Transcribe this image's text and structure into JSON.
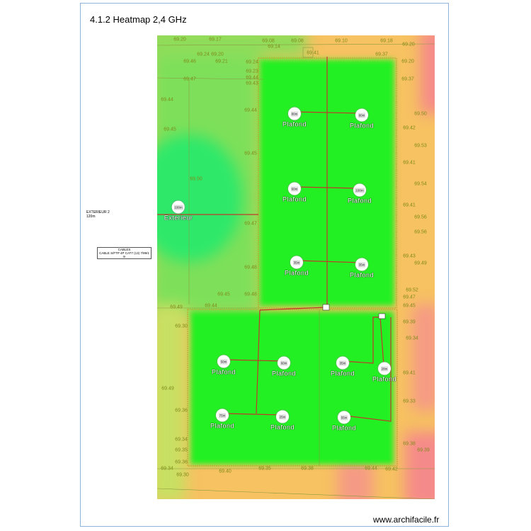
{
  "title": "4.1.2 Heatmap 2,4 GHz",
  "footer": "www.archifacile.fr",
  "exterior_note": {
    "name": "EXTERIEUR 2",
    "distance": "120m"
  },
  "cables_legend": {
    "title": "CABLES",
    "entry": "CABLE S/FTP 4P CAT7 (13) 7/99/1 m"
  },
  "heatmap_colors": {
    "strong": "#00ff00",
    "good": "#7ee05a",
    "medium": "#f7c261",
    "weak": "#f58a8a"
  },
  "access_points": [
    {
      "label": "Plafond",
      "cable": "80m"
    },
    {
      "label": "Plafond",
      "cable": "80m"
    },
    {
      "label": "Plafond",
      "cable": "60m"
    },
    {
      "label": "Plafond",
      "cable": "100m"
    },
    {
      "label": "Plafond",
      "cable": "35m"
    },
    {
      "label": "Plafond",
      "cable": "35m"
    },
    {
      "label": "Plafond",
      "cable": "50m"
    },
    {
      "label": "Plafond",
      "cable": "60m"
    },
    {
      "label": "Plafond",
      "cable": "35m"
    },
    {
      "label": "Plafond",
      "cable": "28m"
    },
    {
      "label": "Plafond",
      "cable": "75m"
    },
    {
      "label": "Plafond",
      "cable": "25m"
    },
    {
      "label": "Plafond",
      "cable": "55m"
    },
    {
      "label": "Exterieur",
      "cable": "100m"
    }
  ],
  "levels": [
    "69.20",
    "69.17",
    "69.08",
    "69.14",
    "69.08",
    "69.10",
    "69.18",
    "69.20",
    "69.24",
    "69.20",
    "69.41",
    "69.37",
    "69.46",
    "69.21",
    "69.24",
    "69.20",
    "69.23",
    "69.44",
    "69.43",
    "69.47",
    "69.37",
    "69.44",
    "69.44",
    "69.50",
    "69.45",
    "69.42",
    "69.53",
    "69.45",
    "69.41",
    "69.50",
    "69.54",
    "69.41",
    "69.56",
    "69.47",
    "69.56",
    "69.43",
    "69.49",
    "69.48",
    "69.52",
    "69.47",
    "69.45",
    "69.48",
    "69.49",
    "69.44",
    "69.45",
    "69.30",
    "69.39",
    "69.34",
    "69.41",
    "69.49",
    "69.33",
    "69.36",
    "69.34",
    "69.35",
    "69.38",
    "69.39",
    "69.34",
    "69.36",
    "69.40",
    "69.35",
    "69.38",
    "69.44",
    "69.42",
    "69.30"
  ]
}
